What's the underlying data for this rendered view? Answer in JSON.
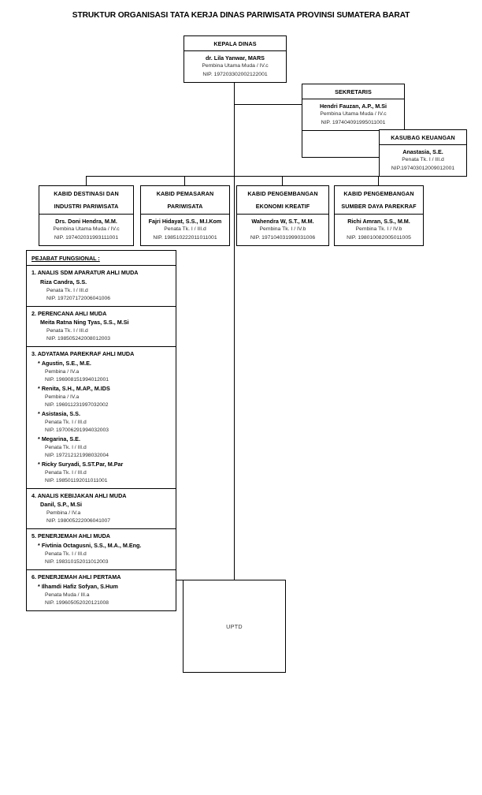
{
  "title": "STRUKTUR ORGANISASI TATA KERJA DINAS PARIWISATA PROVINSI SUMATERA BARAT",
  "nodes": {
    "kepala_dinas": {
      "header": "KEPALA DINAS",
      "name": "dr. Lila Yanwar, MARS",
      "rank": "Pembina Utama Muda / IV.c",
      "nip": "NIP. 197203302002122001"
    },
    "sekretaris": {
      "header": "SEKRETARIS",
      "name": "Hendri Fauzan, A.P., M.Si",
      "rank": "Pembina Utama Muda / IV.c",
      "nip": "NIP. 197404091995011001"
    },
    "kasubag_keuangan": {
      "header": "KASUBAG KEUANGAN",
      "name": "Anastasia, S.E.",
      "rank": "Penata Tk. I / III.d",
      "nip": "NIP.197403012009012001"
    },
    "kabid_destinasi": {
      "header_line1": "KABID DESTINASI DAN",
      "header_line2": "INDUSTRI PARIWISATA",
      "name": "Drs. Doni Hendra, M.M.",
      "rank": "Pembina Utama Muda / IV.c",
      "nip": "NIP. 197402031993111001"
    },
    "kabid_pemasaran": {
      "header_line1": "KABID PEMASARAN",
      "header_line2": "PARIWISATA",
      "name": "Fajri Hidayat, S.S., M.I.Kom",
      "rank": "Penata Tk. I / III.d",
      "nip": "NIP. 198510222011011001"
    },
    "kabid_ekraf": {
      "header_line1": "KABID PENGEMBANGAN",
      "header_line2": "EKONOMI KREATIF",
      "name": "Wahendra W, S.T., M.M.",
      "rank": "Pembina Tk. I / IV.b",
      "nip": "NIP. 197104031999031006"
    },
    "kabid_sdm_parekraf": {
      "header_line1": "KABID PENGEMBANGAN",
      "header_line2": "SUMBER DAYA PAREKRAF",
      "name": "Richi Amran, S.S., M.M.",
      "rank": "Pembina Tk. I / IV.b",
      "nip": "NIP. 198010082005011005"
    },
    "uptd": {
      "label": "UPTD"
    }
  },
  "functional_panel": {
    "heading": "PEJABAT FUNGSIONAL :",
    "groups": [
      {
        "title": "1. ANALIS SDM APARATUR AHLI MUDA",
        "bulleted": false,
        "people": [
          {
            "name": "Riza Candra, S.S.",
            "rank": "Penata Tk. I / III.d",
            "nip": "NIP. 197207172006041006"
          }
        ]
      },
      {
        "title": "2. PERENCANA AHLI MUDA",
        "bulleted": false,
        "people": [
          {
            "name": "Meita Ratna Ning Tyas, S.S., M.Si",
            "rank": "Penata Tk. I / III.d",
            "nip": "NIP. 198505242008012003"
          }
        ]
      },
      {
        "title": "3. ADYATAMA PAREKRAF AHLI MUDA",
        "bulleted": true,
        "people": [
          {
            "name": "Agustin, S.E., M.E.",
            "rank": "Pembina / IV.a",
            "nip": "NIP. 196908151994012001"
          },
          {
            "name": "Renita, S.H., M.AP., M.IDS",
            "rank": "Pembina / IV.a",
            "nip": "NIP. 196911231997032002"
          },
          {
            "name": "Asistasia, S.S.",
            "rank": "Penata Tk. I / III.d",
            "nip": "NIP. 197006291994032003"
          },
          {
            "name": "Megarina, S.E.",
            "rank": "Penata Tk. I / III.d",
            "nip": "NIP. 197212121998032004"
          },
          {
            "name": "Ricky Suryadi, S.ST.Par, M.Par",
            "rank": "Penata Tk. I / III.d",
            "nip": "NIP. 198501192011011001"
          }
        ]
      },
      {
        "title": "4. ANALIS KEBIJAKAN AHLI MUDA",
        "bulleted": false,
        "people": [
          {
            "name": "Danil, S.P., M.Si",
            "rank": "Pembina / IV.a",
            "nip": "NIP. 198005222006041007"
          }
        ]
      },
      {
        "title": "5. PENERJEMAH AHLI MUDA",
        "bulleted": true,
        "people": [
          {
            "name": "Fivtinia Octagusni, S.S., M.A., M.Eng.",
            "rank": "Penata Tk. I / III.d",
            "nip": "NIP. 198310152011012003"
          }
        ]
      },
      {
        "title": "6. PENERJEMAH AHLI PERTAMA",
        "bulleted": true,
        "people": [
          {
            "name": "Ilhamdi Hafiz Sofyan, S.Hum",
            "rank": "Penata Muda / III.a",
            "nip": "NIP. 199605052020121008"
          }
        ]
      }
    ]
  },
  "colors": {
    "line": "#000000",
    "text": "#1a1a1a",
    "background": "#ffffff"
  }
}
